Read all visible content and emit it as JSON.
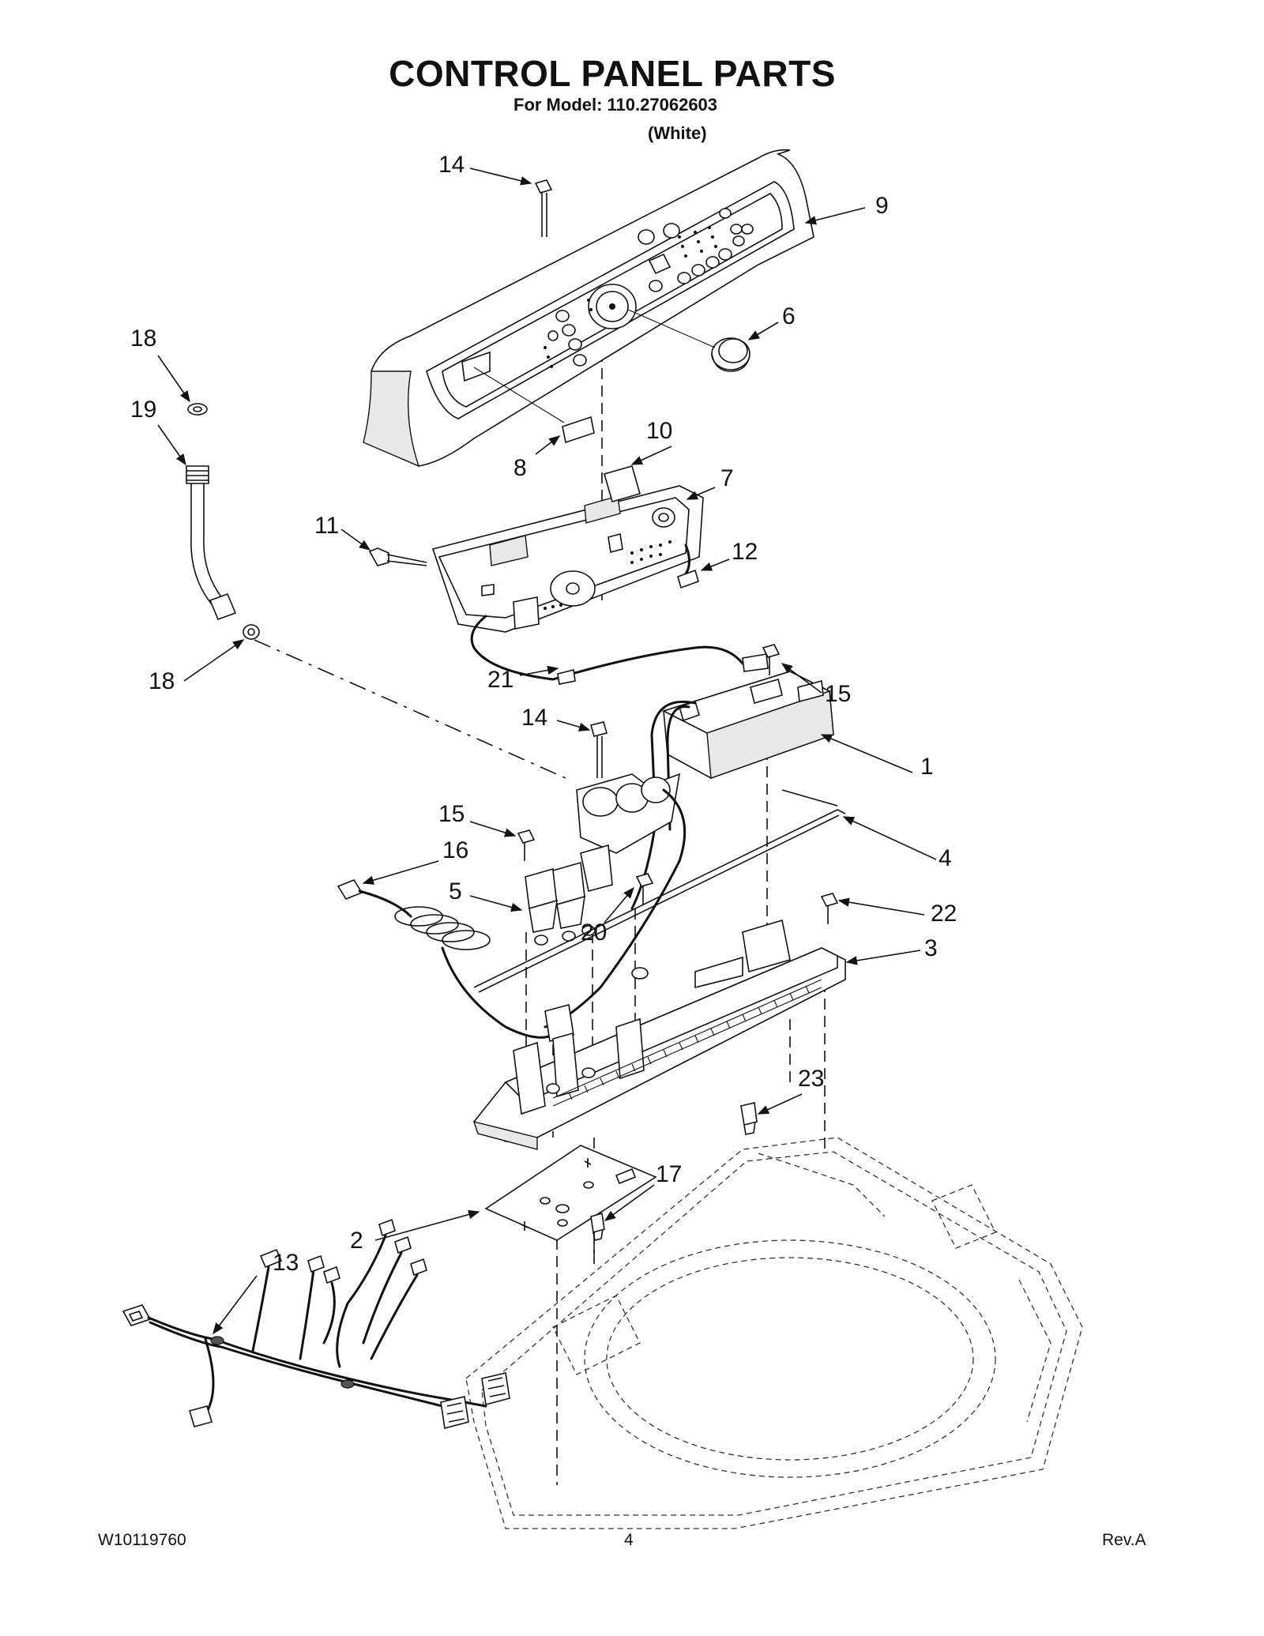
{
  "page": {
    "title": "CONTROL PANEL PARTS",
    "model_line": "For Model: 110.27062603",
    "color_line": "(White)",
    "footer_left": "W10119760",
    "footer_center": "4",
    "footer_right": "Rev.A"
  },
  "callouts": [
    "14",
    "9",
    "6",
    "18",
    "19",
    "8",
    "10",
    "7",
    "11",
    "12",
    "21",
    "15",
    "18",
    "14",
    "1",
    "15",
    "16",
    "4",
    "5",
    "20",
    "22",
    "3",
    "23",
    "17",
    "2",
    "13"
  ]
}
